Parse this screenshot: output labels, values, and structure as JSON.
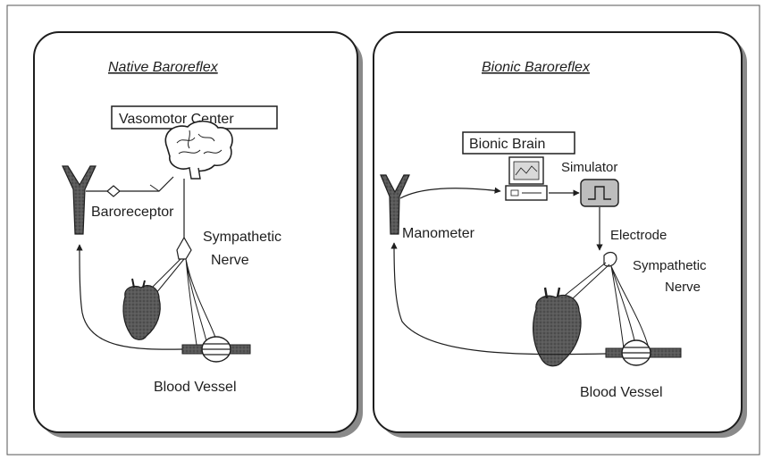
{
  "left_panel": {
    "title": "Native Baroreflex",
    "center_label": "Vasomotor Center",
    "receptor_label": "Baroreceptor",
    "nerve_label_1": "Sympathetic",
    "nerve_label_2": "Nerve",
    "vessel_label": "Blood Vessel"
  },
  "right_panel": {
    "title": "Bionic Baroreflex",
    "brain_label": "Bionic Brain",
    "simulator_label": "Simulator",
    "manometer_label": "Manometer",
    "electrode_label": "Electrode",
    "nerve_label_1": "Sympathetic",
    "nerve_label_2": "Nerve",
    "vessel_label": "Blood Vessel"
  },
  "colors": {
    "ink": "#1e1e1e",
    "panel_shadow": "#8a8a8a",
    "organ_fill": "#5a5a5a"
  },
  "icons": [
    "brain-icon",
    "heart-icon",
    "computer-icon",
    "stimulator-icon",
    "vessel-icon",
    "y-vessel-icon",
    "electrode-icon",
    "nerve-ending-icon"
  ]
}
